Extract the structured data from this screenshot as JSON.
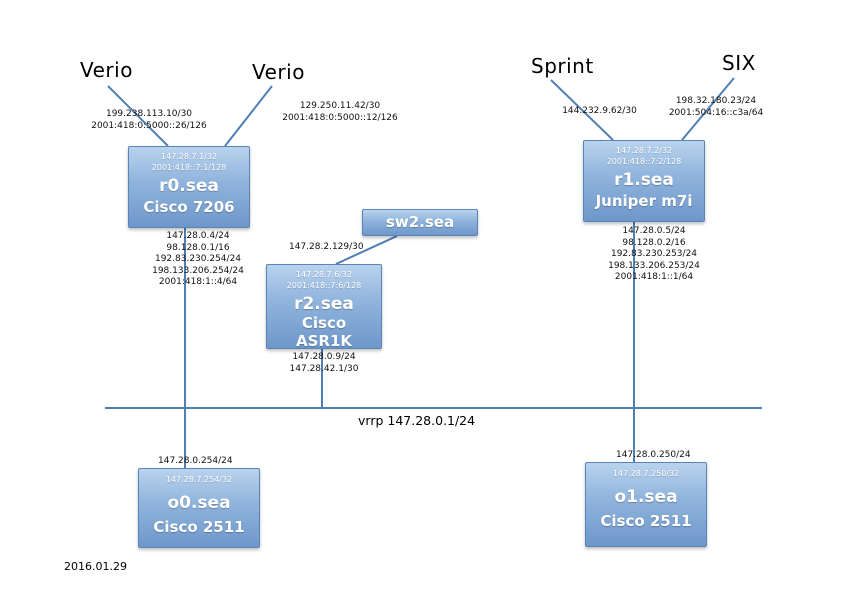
{
  "date": "2016.01.29",
  "bus_label": "vrrp 147.28.0.1/24",
  "uplinks": {
    "verio1": {
      "label": "Verio",
      "ips": [
        "199.238.113.10/30",
        "2001:418:0:5000::26/126"
      ]
    },
    "verio2": {
      "label": "Verio",
      "ips": [
        "129.250.11.42/30",
        "2001:418:0:5000::12/126"
      ]
    },
    "sprint": {
      "label": "Sprint",
      "ips": [
        "144.232.9.62/30"
      ]
    },
    "six": {
      "label": "SIX",
      "ips": [
        "198.32.180.23/24",
        "2001:504:16::c3a/64"
      ]
    }
  },
  "nodes": {
    "r0": {
      "loopback_v4": "147.28.7.1/32",
      "loopback_v6": "2001:418::7:1/128",
      "name": "r0.sea",
      "model": "Cisco 7206",
      "interfaces": [
        "147.28.0.4/24",
        "98.128.0.1/16",
        "192.83.230.254/24",
        "198.133.206.254/24",
        "2001:418:1::4/64"
      ]
    },
    "r1": {
      "loopback_v4": "147.28.7.2/32",
      "loopback_v6": "2001:418::7:2/128",
      "name": "r1.sea",
      "model": "Juniper m7i",
      "interfaces": [
        "147.28.0.5/24",
        "98.128.0.2/16",
        "192.83.230.253/24",
        "198.133.206.253/24",
        "2001:418:1::1/64"
      ]
    },
    "sw2": {
      "name": "sw2.sea"
    },
    "r2": {
      "loopback_v4": "147.28.7.6/32",
      "loopback_v6": "2001:418::7:6/128",
      "name": "r2.sea",
      "model_line1": "Cisco",
      "model_line2": "ASR1K",
      "link_to_sw2": "147.28.2.129/30",
      "interfaces": [
        "147.28.0.9/24",
        "147.28.42.1/30"
      ]
    },
    "o0": {
      "bus_ip": "147.28.0.254/24",
      "loopback_v4": "147.28.7.254/32",
      "name": "o0.sea",
      "model": "Cisco 2511"
    },
    "o1": {
      "bus_ip": "147.28.0.250/24",
      "loopback_v4": "147.28.7.250/32",
      "name": "o1.sea",
      "model": "Cisco 2511"
    }
  }
}
